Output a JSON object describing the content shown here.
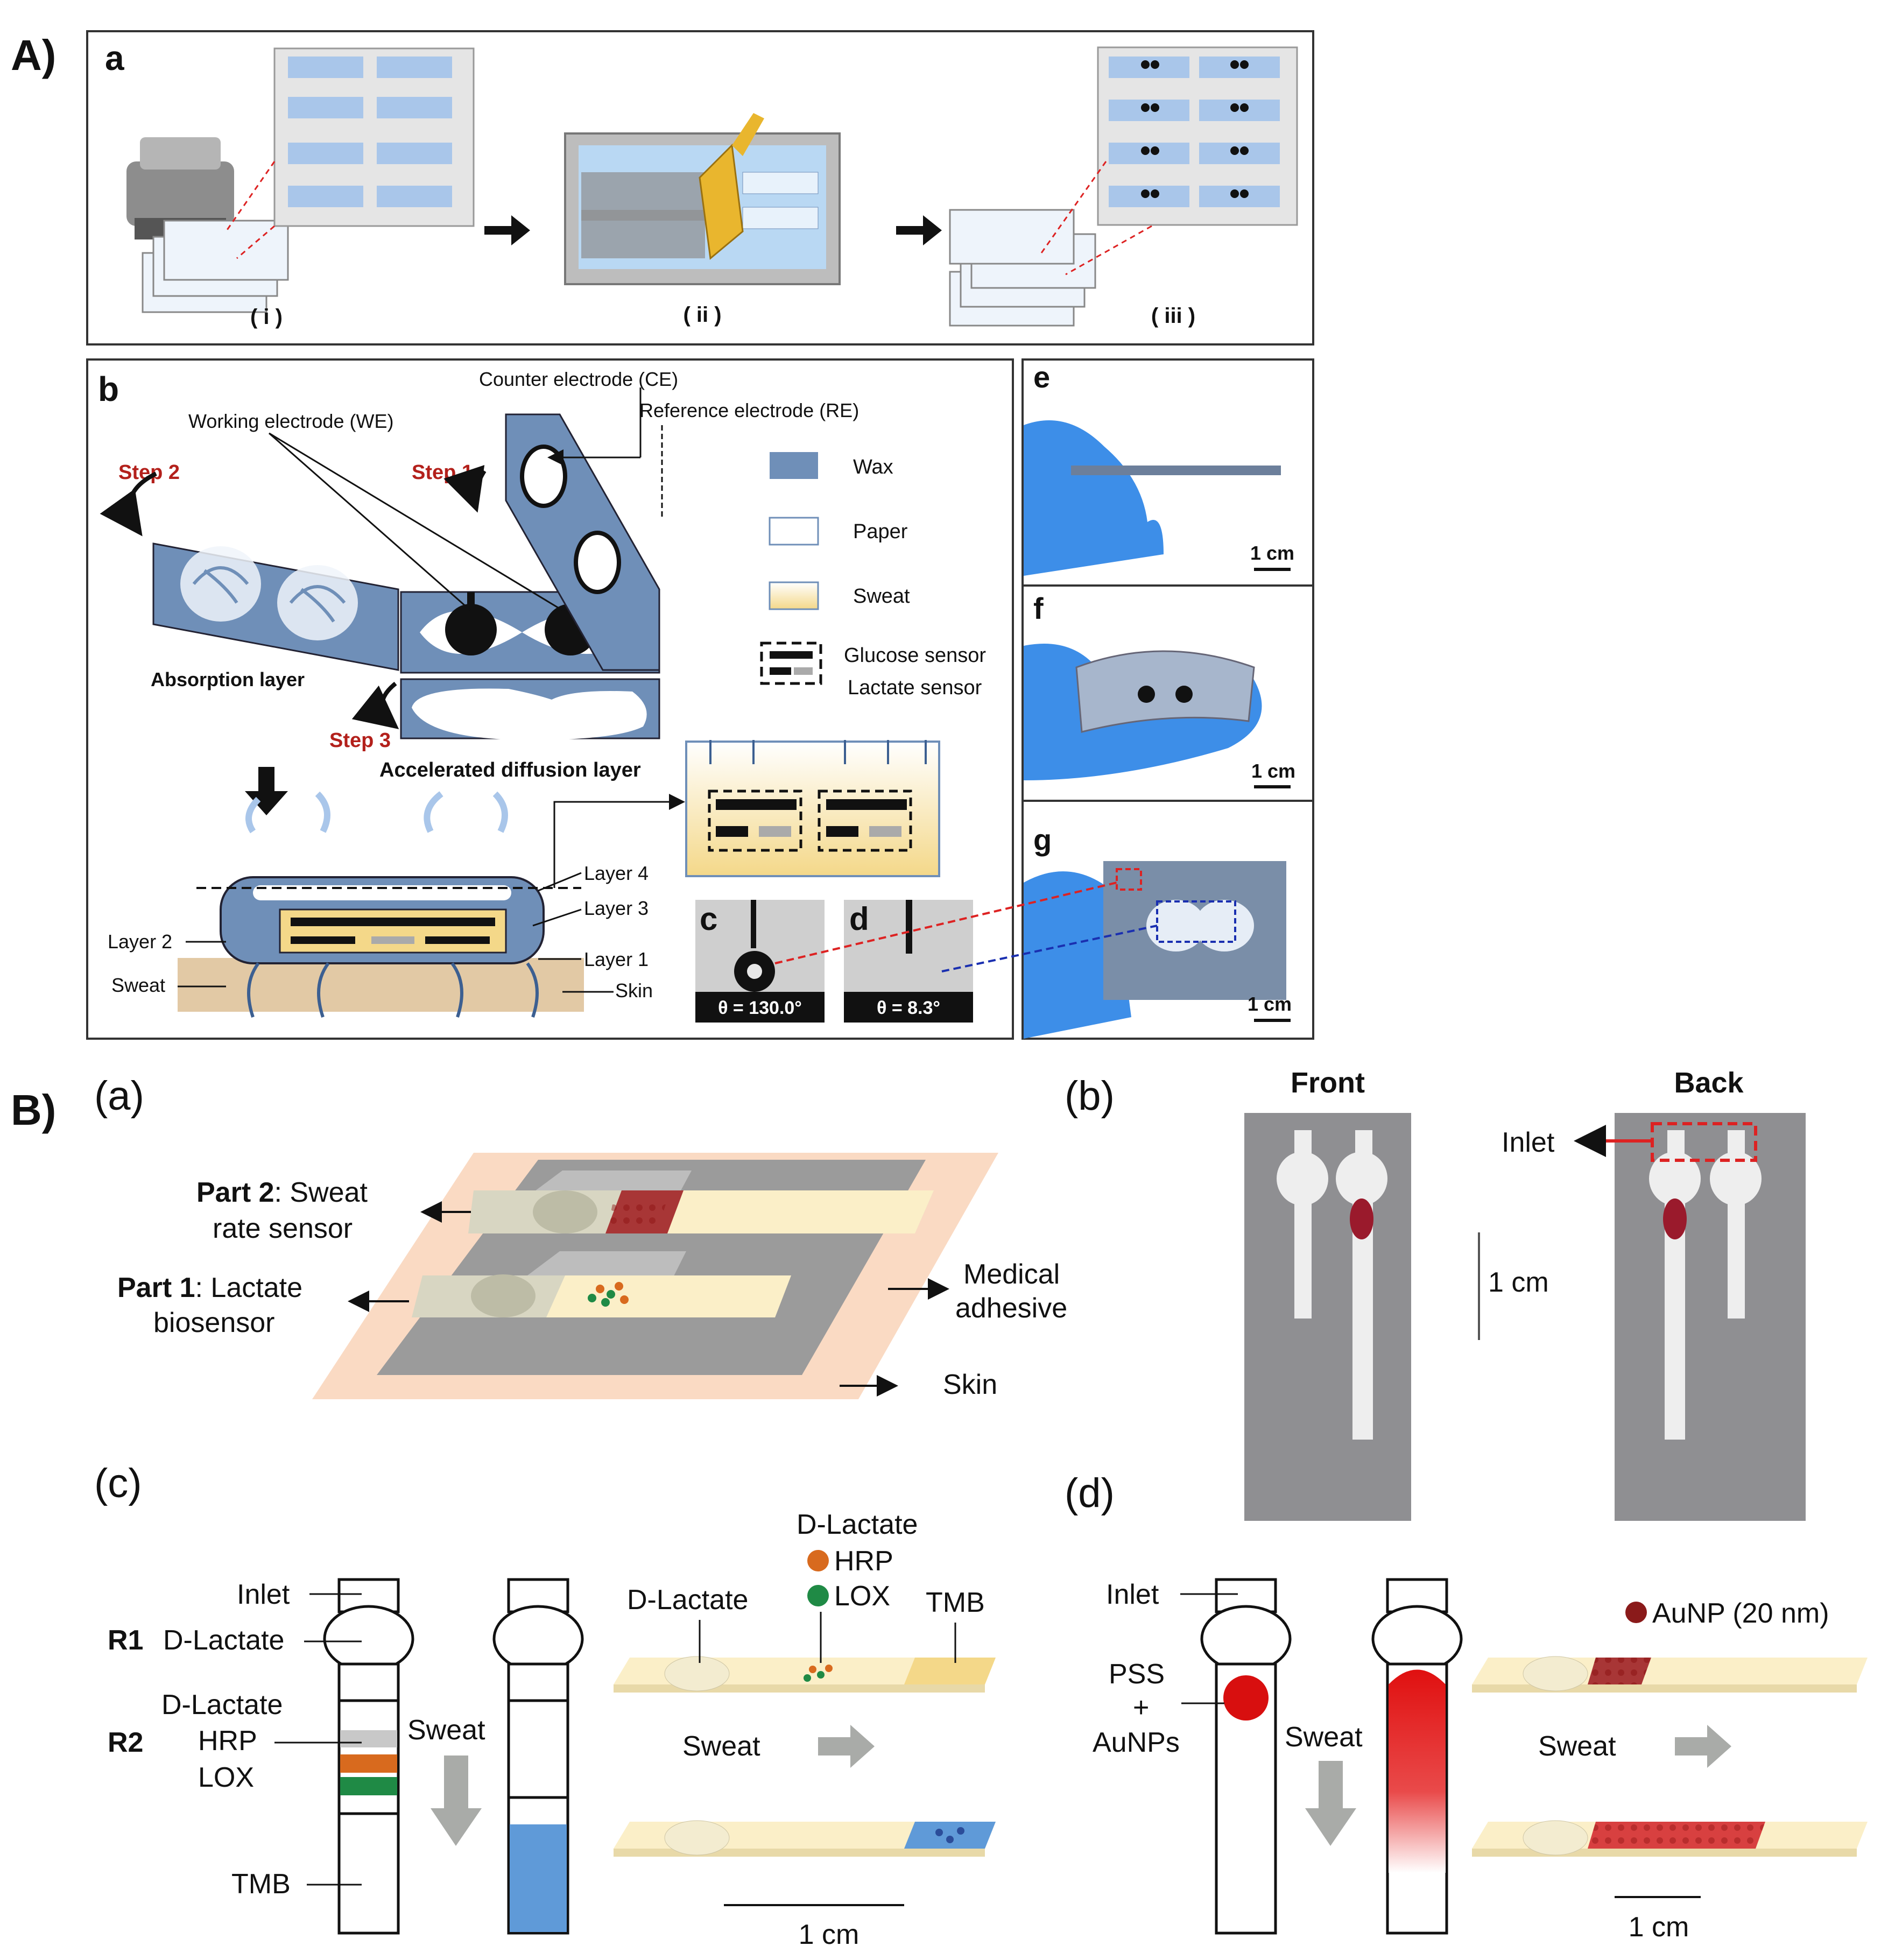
{
  "sectionA": {
    "label": "A)",
    "panel_a": {
      "letter": "a",
      "steps": [
        "( i )",
        "( ii )",
        "( iii )"
      ]
    },
    "panel_b": {
      "letter": "b",
      "counter_electrode": "Counter electrode (CE)",
      "reference_electrode": "Reference electrode (RE)",
      "working_electrode": "Working electrode (WE)",
      "step1": "Step 1",
      "step2": "Step 2",
      "step3": "Step 3",
      "absorption_layer": "Absorption layer",
      "diffusion_layer": "Accelerated diffusion layer",
      "legend": {
        "wax": "Wax",
        "paper": "Paper",
        "sweat": "Sweat",
        "glucose": "Glucose sensor",
        "lactate": "Lactate sensor"
      },
      "layers": {
        "layer4": "Layer 4",
        "layer3": "Layer 3",
        "layer2": "Layer 2",
        "layer1": "Layer 1",
        "sweat": "Sweat",
        "skin": "Skin"
      },
      "contact_c": {
        "letter": "c",
        "angle": "θ = 130.0°"
      },
      "contact_d": {
        "letter": "d",
        "angle": "θ = 8.3°"
      }
    },
    "photo_e": {
      "letter": "e",
      "scale": "1 cm"
    },
    "photo_f": {
      "letter": "f",
      "scale": "1 cm"
    },
    "photo_g": {
      "letter": "g",
      "scale": "1 cm"
    }
  },
  "sectionB": {
    "label": "B)",
    "panel_a": {
      "letter": "(a)",
      "part2_bold": "Part 2",
      "part2_rest": ": Sweat",
      "part2_line2": "rate sensor",
      "part1_bold": "Part 1",
      "part1_rest": ": Lactate",
      "part1_line2": "biosensor",
      "adhesive_1": "Medical",
      "adhesive_2": "adhesive",
      "skin": "Skin"
    },
    "panel_b": {
      "letter": "(b)",
      "front": "Front",
      "back": "Back",
      "inlet": "Inlet",
      "scale": "1 cm"
    },
    "panel_c": {
      "letter": "(c)",
      "inlet": "Inlet",
      "r1": "R1",
      "r1_text": "D-Lactate",
      "r2": "R2",
      "r2_line1": "D-Lactate",
      "r2_line2": "HRP",
      "r2_line3": "LOX",
      "tmb": "TMB",
      "sweat": "Sweat",
      "d_lactate_top": "D-Lactate",
      "hrp": "HRP",
      "lox": "LOX",
      "d_lactate_left": "D-Lactate",
      "tmb_right": "TMB",
      "sweat_arrow": "Sweat",
      "scale": "1 cm"
    },
    "panel_d": {
      "letter": "(d)",
      "inlet": "Inlet",
      "pss": "PSS",
      "plus": "+",
      "aunps": "AuNPs",
      "sweat": "Sweat",
      "aunp_legend": "AuNP (20 nm)",
      "sweat_arrow": "Sweat",
      "scale": "1 cm"
    }
  },
  "colors": {
    "wax_blue": "#6f8fb8",
    "light_blue": "#bcd6f2",
    "sweat_yellow": "#f4d889",
    "dark_red": "#b3201b",
    "hrp_orange": "#d86a1e",
    "lox_green": "#1f8a45",
    "tmb_blue": "#5f9ad8",
    "aunp_red": "#e01010",
    "arrow_gray": "#a9aba8"
  }
}
